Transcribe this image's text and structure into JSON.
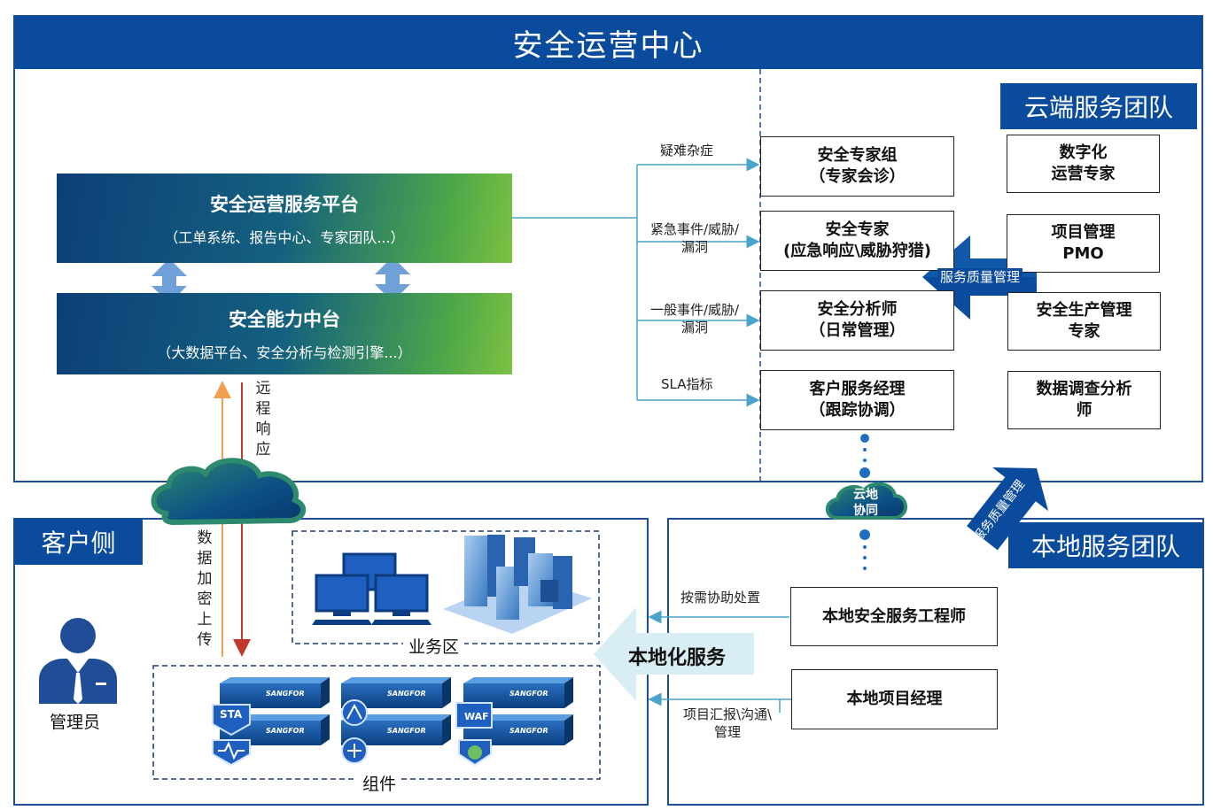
{
  "header": {
    "title": "安全运营中心"
  },
  "platforms": {
    "service_title": "安全运营服务平台",
    "service_sub": "（工单系统、报告中心、专家团队...）",
    "capability_title": "安全能力中台",
    "capability_sub": "（大数据平台、安全分析与检测引擎...）"
  },
  "cloud_team": {
    "tag": "云端服务团队",
    "boxes": [
      {
        "line1": "安全专家组",
        "line2": "（专家会诊）"
      },
      {
        "line1": "安全专家",
        "line2": "(应急响应\\威胁狩猎)"
      },
      {
        "line1": "安全分析师",
        "line2": "（日常管理）"
      },
      {
        "line1": "客户服务经理",
        "line2": "（跟踪协调）"
      }
    ],
    "right_boxes": [
      {
        "line1": "数字化",
        "line2": "运营专家"
      },
      {
        "line1": "项目管理",
        "line2": "PMO"
      },
      {
        "line1": "安全生产管理",
        "line2": "专家"
      },
      {
        "line1": "数据调查分析",
        "line2": "师"
      }
    ],
    "quality_arrow": "服务质量管理"
  },
  "branch_labels": {
    "a": "疑难杂症",
    "b1": "紧急事件/威胁/",
    "b2": "漏洞",
    "c1": "一般事件/威胁/",
    "c2": "漏洞",
    "d": "SLA指标"
  },
  "remote_response": [
    "远",
    "程",
    "响",
    "应"
  ],
  "data_upload": [
    "数",
    "据",
    "加",
    "密",
    "上",
    "传"
  ],
  "cloud_collab": {
    "line1": "云地",
    "line2": "协同"
  },
  "diag_arrow": "服务质量管理",
  "customer": {
    "tag": "客户侧",
    "admin_label": "管理员",
    "business_zone": "业务区",
    "components": "组件"
  },
  "device_labels": {
    "brand": "SANGFOR",
    "sta": "STA",
    "waf": "WAF"
  },
  "local_team": {
    "tag": "本地服务团队",
    "engineer": "本地安全服务工程师",
    "pm": "本地项目经理",
    "assist_label": "按需协助处置",
    "report1": "项目汇报\\沟通\\",
    "report2": "管理",
    "local_service": "本地化服务"
  },
  "colors": {
    "brand_blue": "#0a4b9d",
    "light_arrow": "#d9edf5",
    "arrow_blue": "#6fa0d8",
    "orange": "#f0a050",
    "red": "#c0392b"
  }
}
